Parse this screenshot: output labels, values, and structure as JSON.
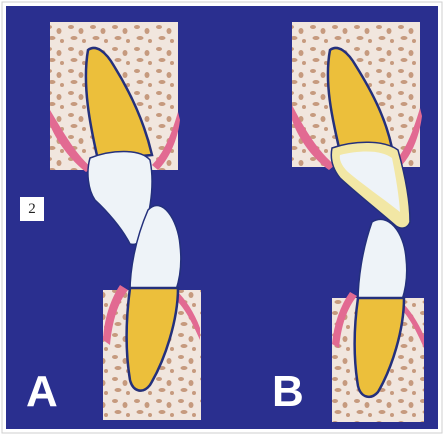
{
  "figure": {
    "number_badge": "2",
    "panels": [
      {
        "label": "A"
      },
      {
        "label": "B"
      }
    ]
  },
  "colors": {
    "background": "#2a2f8f",
    "bone": "#f1e6de",
    "bone_pores": "#c69a7e",
    "gum": "#e26a92",
    "tooth_yellow": "#ecbf3b",
    "crown_white": "#eef3f8",
    "outline": "#24307c",
    "restoration": "#f2e7a5"
  }
}
